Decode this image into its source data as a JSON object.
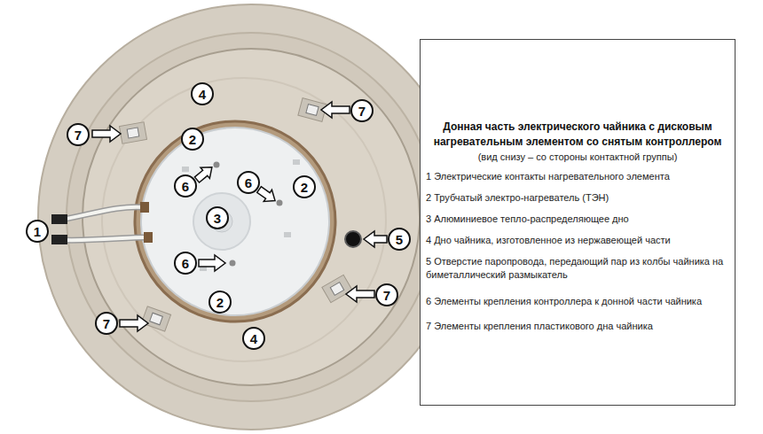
{
  "diagram": {
    "nodes": [
      {
        "text": [
          "4"
        ]
      },
      {
        "text": [
          "7"
        ]
      },
      {
        "text": [
          "7"
        ]
      },
      {
        "text": [
          "2"
        ]
      },
      {
        "text": [
          "6"
        ]
      },
      {
        "text": [
          "6"
        ]
      },
      {
        "text": [
          "2"
        ]
      },
      {
        "text": [
          "3"
        ]
      },
      {
        "text": [
          "1"
        ]
      },
      {
        "text": [
          "5"
        ]
      },
      {
        "text": [
          "6"
        ]
      },
      {
        "text": [
          "7"
        ]
      },
      {
        "text": [
          "2"
        ]
      },
      {
        "text": [
          "7"
        ]
      },
      {
        "text": [
          "4"
        ]
      },
      {
        "text": [
          "Донная часть электрического чайника с дисковым нагревательным элементом со снятым контроллером",
          "(вид снизу – со стороны контактной группы)",
          "1 Электрические контакты нагревательного элемента",
          "2 Трубчатый электро-нагреватель (ТЭН)",
          "3 Алюминиевое тепло-распределяющее дно",
          "4 Дно чайника, изготовленное из нержавеющей части",
          "5 Отверстие паропровода, передающий пар из колбы чайника на биметаллический размыкатель",
          "6 Элементы крепления контроллера к донной части чайника",
          "7 Элементы крепления пластикового дна чайника"
        ]
      }
    ]
  }
}
